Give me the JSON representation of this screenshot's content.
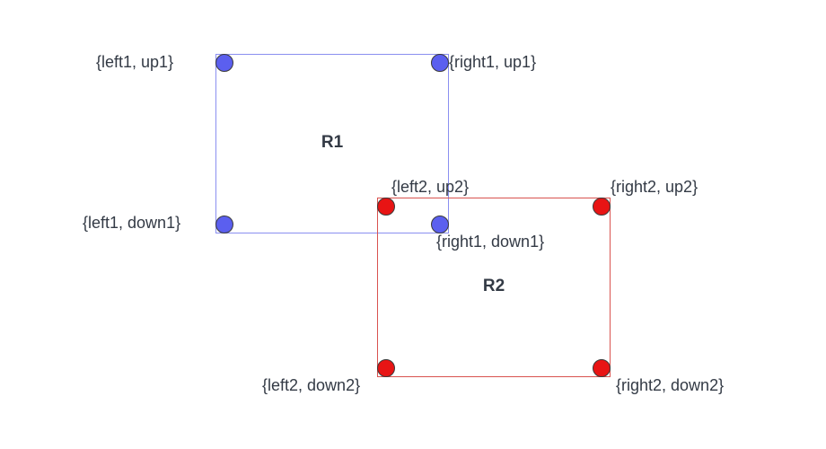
{
  "rectangles": {
    "r1": {
      "name": "R1",
      "color": "#5b5fef",
      "corners": {
        "top_left": "{left1, up1}",
        "top_right": "{right1, up1}",
        "bottom_left": "{left1, down1}",
        "bottom_right": "{right1, down1}"
      }
    },
    "r2": {
      "name": "R2",
      "color": "#e81414",
      "corners": {
        "top_left": "{left2, up2}",
        "top_right": "{right2, up2}",
        "bottom_left": "{left2, down2}",
        "bottom_right": "{right2, down2}"
      }
    }
  }
}
